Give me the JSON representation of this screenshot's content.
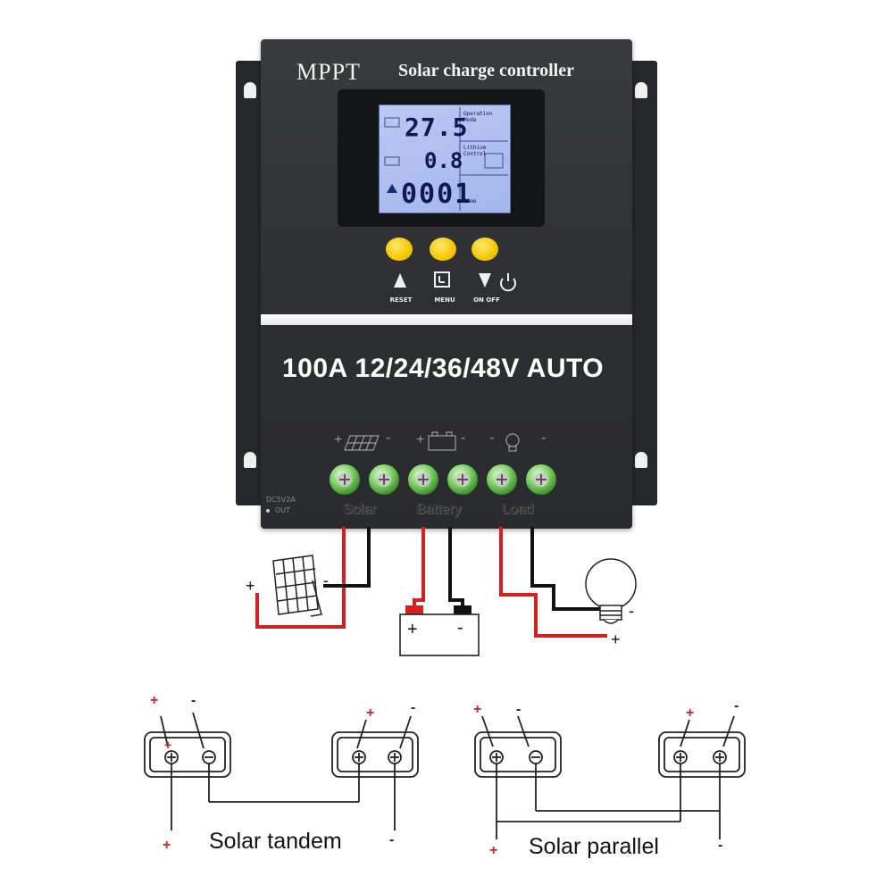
{
  "controller": {
    "brand": "MPPT",
    "title": "Solar charge controller",
    "rating": "100A 12/24/36/48V AUTO",
    "body_color": "#2f3032",
    "accent_yellow": "#f6c800",
    "lcd_color": "#aebff0"
  },
  "lcd": {
    "value_1": "27.5",
    "value_2": "0.8",
    "value_3": "0001",
    "panel_1": "Operation Mode",
    "panel_2": "Lithium Control",
    "panel_3": "Time"
  },
  "buttons": [
    {
      "label": "RESET",
      "icon": "up-triangle-icon"
    },
    {
      "label": "MENU",
      "icon": "menu-icon"
    },
    {
      "label": "ON OFF",
      "icon": "down-triangle-power-icon"
    }
  ],
  "side_label": {
    "line1": "DC5V2A",
    "line2": "OUT"
  },
  "terminals": {
    "solar": "Solar",
    "battery": "Battery",
    "load": "Load",
    "solar_icon": "solar-panel-icon",
    "battery_icon": "battery-icon",
    "load_icon": "bulb-icon",
    "plus": "+",
    "minus": "-"
  },
  "wiring": {
    "positive_color": "#d42020",
    "negative_color": "#111111",
    "plus": "+",
    "minus": "-"
  },
  "solar_tandem": {
    "caption": "Solar tandem",
    "plus": "+",
    "minus": "-"
  },
  "solar_parallel": {
    "caption": "Solar parallel",
    "plus": "+",
    "minus": "-"
  }
}
